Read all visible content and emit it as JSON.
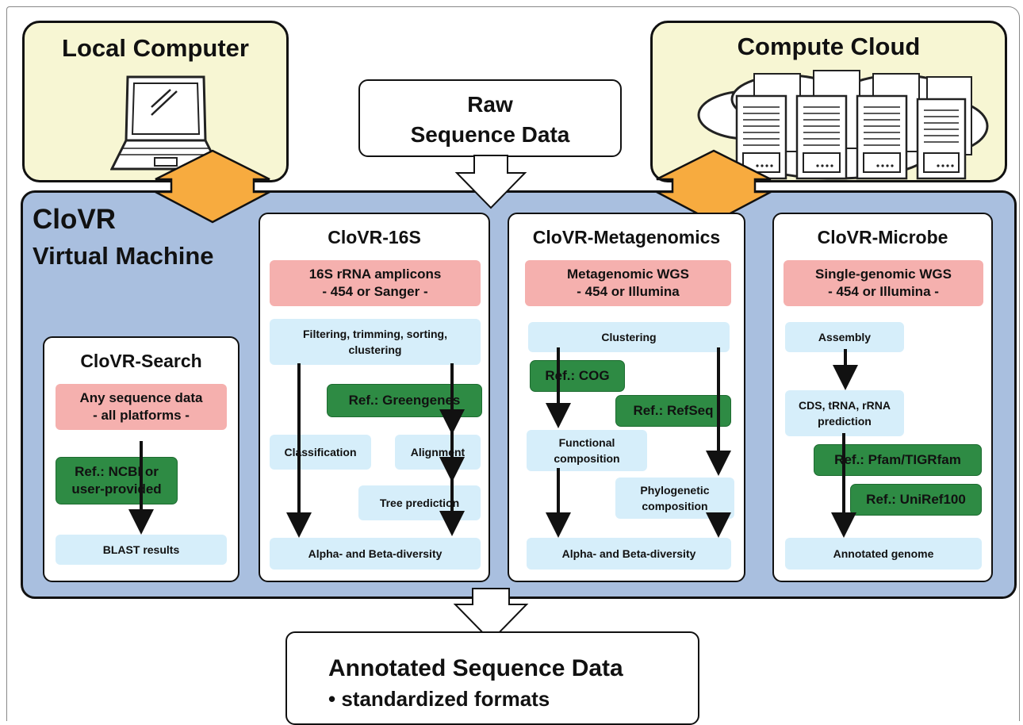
{
  "local_computer": {
    "title": "Local Computer"
  },
  "compute_cloud": {
    "title": "Compute Cloud"
  },
  "raw_data": {
    "line1": "Raw",
    "line2": "Sequence Data"
  },
  "vm": {
    "title": "CloVR",
    "subtitle": "Virtual Machine"
  },
  "search": {
    "title": "CloVR-Search",
    "input1": "Any sequence data",
    "input2": "- all platforms -",
    "ref1": "Ref.: NCBI or",
    "ref2": "user-provided",
    "result": "BLAST results"
  },
  "s16": {
    "title": "CloVR-16S",
    "input1": "16S rRNA amplicons",
    "input2": "- 454 or Sanger -",
    "step1a": "Filtering, trimming, sorting,",
    "step1b": "clustering",
    "ref": "Ref.: Greengenes",
    "classification": "Classification",
    "alignment": "Alignment",
    "tree": "Tree prediction",
    "result": "Alpha- and Beta-diversity"
  },
  "meta": {
    "title": "CloVR-Metagenomics",
    "input1": "Metagenomic WGS",
    "input2": "- 454 or Illumina",
    "clustering": "Clustering",
    "ref_cog": "Ref.: COG",
    "ref_refseq": "Ref.: RefSeq",
    "functional1": "Functional",
    "functional2": "composition",
    "phylo1": "Phylogenetic",
    "phylo2": "composition",
    "result": "Alpha- and Beta-diversity"
  },
  "microbe": {
    "title": "CloVR-Microbe",
    "input1": "Single-genomic WGS",
    "input2": "- 454 or Illumina -",
    "assembly": "Assembly",
    "cds1": "CDS, tRNA, rRNA",
    "cds2": "prediction",
    "ref_pfam": "Ref.: Pfam/TIGRfam",
    "ref_uniref": "Ref.: UniRef100",
    "result": "Annotated genome"
  },
  "output": {
    "title": "Annotated Sequence Data",
    "bullet": "• standardized formats"
  },
  "icons": [
    "laptop-icon",
    "server-cluster-icon",
    "arrow-down-icon",
    "double-arrow-icon"
  ],
  "colors": {
    "vm_bg": "#a9bfdf",
    "pink": "#f5b0ae",
    "blue": "#d6eefa",
    "green": "#2e8b44",
    "yellow": "#f7f6d3",
    "orange": "#f7ab3f"
  }
}
